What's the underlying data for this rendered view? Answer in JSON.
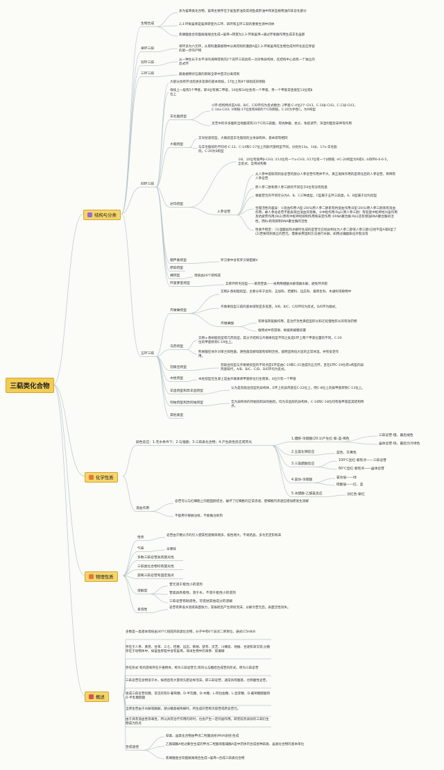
{
  "root": {
    "label": "三萜类化合物"
  },
  "structure": {
    "label": "结构与分类",
    "icon": "flower-icon",
    "biosynthesis": {
      "label": "生物合成",
      "items": [
        "多为鲨烯类化合物，鲨烯主要存在于鲨鱼肝油及其他鱼类肝油中和某些植物油的非皂化部分",
        "2,3-环氧鲨烯是鲨烯转变为三环、四环和五环三萜的重要生源中间体",
        "焦磷酸金合欢酯尾尾缩合生成→鲨烯→转变为2,3-环氧鲨烯→通过环氧酶作用生成羊毛甾醇"
      ]
    },
    "monocyclic": {
      "label": "单环三萜",
      "text": "单环多为六元环，从菊科蓍属植物中分离得到的蓍醇A是2,3-环氧鲨烯在生物合成时环化反应停留的第一步的产物"
    },
    "bicyclic": {
      "label": "双环三萜",
      "text": "从一种生长于太平洋的海绵得到的2个双环三萜具有一对对映异构体，在结构中心具有一个独立的反式环"
    },
    "tricyclic": {
      "label": "三环三萜",
      "text": "蕨类植物伏石蕨的新鲜全草中首次分离得到"
    },
    "tetracyclic": {
      "label": "四环三萜",
      "intro": [
        "大部分具有环戊烷骈多氢菲的基本母核，17位上有8个碳组成的侧链",
        "母核上一般有5个甲基，即4位有偶二甲基，10位和14位各有一个甲基，另一个甲基常连接在13位或8位上"
      ],
      "lanostane": {
        "label": "羊毛脂烷型",
        "items": [
          "①环:结构特点是A/B、B/C、C/D环均为反式稠合; 2甲基:C-4位2个-CH3，C-10β-CH3，C-13β-CH3，C-14α-CH3; ③侧链:17位连有8碳的个C的侧链，C-20为手性C，为R构型",
          "灵芝中的许多酸和当地酸或有31个C的三萜酸，有抗肿瘤、抗炎、免疫调节、浑湿利胆及安神等作用"
        ]
      },
      "dammarane": {
        "label": "大戟烷型",
        "items": [
          "又叫甘遂烷型，大戟烷是羊毛脂烷的立体异构体，基本碳架相同",
          "与羊毛脂烷的不同点:C-13、C-14和C-17位上的取代基构型不同，分别为13α、14β、17α-羊毛脂烷，C-20为S构型"
        ]
      },
      "damarane": {
        "label": "达玛烷型",
        "items": [
          "①8、10位有角甲β-CH3; ②14位有一个α-CH3; ③17位有一个β侧链; ④C-20构型为R或S; ⑤四环6-6-6-5，全反式，全椅式构象"
        ],
        "ginseng": {
          "label": "人参皂苷",
          "items": [
            "从人参中提取得到总皂苷的部分人参皂苷作用并不大，真正发挥作用的是转化后的人参皂苷，称稀有人参皂苷",
            "原人参二醇和原人参三醇的不同在于6位有没有羟基",
            "根据苷元的不同可分为A、B、C三种类型，C型属于五环三萜类，A、B型属于达玛烷型",
            "生理活性的差异：①溶血作用:A型:20(S)原人参二醇系有抗溶血作用;B型:20(S)原人参三醇系有溶血作用，故人参总皂苷不能表现出溶血的现象。②中枢作用:Rg1(原人参三醇）有轻度中枢神经兴奋作用及抗疲劳作用;Rb1(原有中枢神经抑制作用和安定作用 ③RNA聚合酶:Rb1还有增强RNA聚合酶的活性，而Rc则有抑制RNA聚合酶的活性",
            "性质不稳定：（1)温酸加热水解时生成的是苷元已经异构化为人参二醇或人参三醇(已经不是A或B型了 (2)若要得到真正的苷元，需要采用温和方法进行水解，如用过碘酸氧化开裂法等"
          ]
        }
      },
      "cucurbitane": {
        "label": "葫芦素烷型",
        "text": "罗汉果中含有罗汉果甜素V"
      },
      "protostane": {
        "label": "原萜烷型"
      },
      "meliacane": {
        "label": "楝烷型",
        "text": "母核由26个碳构成"
      },
      "cycloartane": {
        "label": "环菠萝蜜烷型",
        "text": "又称环阿屯烷型——黄芪苷类——采用两相酸水解或酶水解，避免环开裂"
      }
    },
    "pentacyclic": {
      "label": "五环三萜",
      "oleanane": {
        "label": "齐墩果烷型",
        "items": [
          "又称β-香树脂烷型，主要分布于豆科、五加科、桔梗科、远志科、桑寄生科、木通科等植物中",
          "齐墩果烷型三萜的基本碳架是多氢蒎，A/B、B/C、C/D环均为反式，D/E环为顺式。"
        ],
        "acid": {
          "label": "齐墩果酸",
          "items": [
            "有降低转氨酶作用，是治疗急性黄疸型肝炎和迁延慢性肝炎的有效药物",
            "植物式中有游离、根据和被糖双键"
          ]
        }
      },
      "ursane": {
        "label": "乌苏烷型",
        "items": [
          "又称α-香树脂烷型或乌苏烷型，其分子结构与齐墩果烷型不同之处是E环上两个甲基位置的不同，C-20位的甲基移到C-19位上。",
          "熊果酸在体外对革兰阳性菌、阴性菌及酵母菌有抑制活性，能明显降低大鼠的正常体温，并有安定作用。"
        ]
      },
      "lupane": {
        "label": "羽扇豆烷型",
        "text": "羽扇豆烷型与齐墩果烷型的不同点是E环是由C-19和C-21连成的五元环，且在E环C-19位有α构型的异丙基取代，A/B、B/C、C/D、D/E环均为反式。"
      },
      "friedelane": {
        "label": "木栓烷型",
        "text": "木栓烷型在生源上是由齐墩果烯甲基移位衍生而来，4位只有一个甲基"
      },
      "hopane": {
        "label": "羊齿烷型和异羊齿烷型",
        "text": "认为是羽扇豆烷型的异构体，E环上的异丙基在C-22位上，而C-8位上的角甲基转到C-13位上。"
      },
      "serratane": {
        "label": "何帕烷型和异何帕烷型",
        "text": "互为异构体的何帕烷和异何帕烷，均为羊齿烷的异构体，C-14和C-18位均有角甲基是其结构特点。"
      },
      "others": {
        "label": "其他类型"
      }
    }
  },
  "chemical": {
    "label": "化学性质",
    "icon": "chemistry-icon",
    "color_reactions": {
      "label": "颜色反应：1.无水条件下；2.与强酸；3.三萜类化合物；4.产生颜色反应或荧光",
      "reactions": [
        {
          "label": "1.醋酐-浓硫酸(20:1)产生红-紫-蓝-褐色",
          "children": [
            "三萜皂苷-慢，最后褪色",
            "甾体皂苷-快，最后为污绿色"
          ]
        },
        {
          "label": "2.五氯化锑反应",
          "children": [
            "蓝色、灰黄色"
          ]
        },
        {
          "label": "3.三氯醋酸反应",
          "children": [
            "100℃显红-紫现点——三萜皂苷",
            "60℃显红-紫现点——甾体皂苷"
          ]
        },
        {
          "label": "4.氯仿-浓硫酸",
          "children": [
            "氯仿层——绿",
            "硫酸层——红、蓝"
          ]
        },
        {
          "label": "5.冰醋酸-乙酰氯反应",
          "children": [
            "淡红色-紫红"
          ]
        }
      ]
    },
    "hemolysis": {
      "label": "溶血作用",
      "items": [
        "皂苷可以与红细胞上的胆固醇结合，破坏了红细胞的正常渗透，使细胞内渗透压增加而发生溶解",
        "不能用于静脉注射，不能做注射剂"
      ]
    }
  },
  "physical": {
    "label": "物理性质",
    "icon": "chemistry-icon",
    "properties": [
      {
        "label": "性状",
        "text": "皂苷由于糖分子的引入使其羟基数目增多，极性增大，不易结晶，多为无定形粉末"
      },
      {
        "label": "气味",
        "text": "辛辣味"
      },
      {
        "label": "多数三萜皂苷具有旋光性"
      },
      {
        "label": "三萜类化合物均有旋光性"
      },
      {
        "label": "游离三萜皂苷有固定熔点"
      },
      {
        "label": "溶解度",
        "items": [
          "苷元溶于极性小的溶剂",
          "苷类具有极性，溶于水，不溶于极性小的溶剂",
          "三萜皂苷有助溶性，可促进其他成分的溶解"
        ]
      },
      {
        "label": "发泡性",
        "text": "皂苷有降低水溶液表面张力，其振摇后产生持续泡沫，分解为苷元后，表面活性消失。"
      }
    ]
  },
  "overview": {
    "label": "概述",
    "icon": "document-icon",
    "items": [
      "多数是一类基本母核由30个C组成的萜类化合物，分子中有6个异戊二烯单位，通式(C5H8)6",
      "存在于人参、黄芪、甘草、三七、桔梗、远志、柴胡、茯苓、灵芝、川楝皮、地榆、甘遂和泽泻等;分散存在于动物体中，如鲨鱼肝脏中含有鲨烯，海洋生物中的海参、软珊瑚",
      "存在形式:有的游离存在于植物体，称为三萜皂苷元;有的以与糖结合成苷的形式，称为三萜皂苷",
      "三萜皂苷在含物溶于水，振摇后有大量持久肥皂样泡沫，即三萜皂苷，通常具有酸基，也称酸性皂苷。",
      "组成三萜皂苷的糖，常见的有D-葡萄糖、D-半乳糖、D-木糖、L-阿拉伯糖、L-鼠李糖、D-葡萄糖醛酸和D-半乳糖醛酸",
      "当原生苷由于水解或酶解，部分糖基被降解时，所生成的苷称次级苷或原皂苷元。",
      "由于具有溶血性等毒性，所以具有治疗作用的同时，也会产生一定的副作用。研究较热高效的三萜衍生物成为热点"
    ],
    "synthesis": {
      "label": "合成途径",
      "items": [
        "萜类、甾类化合物由甲戊二羟酸途径(MVA途径)生成",
        "乙酰辅酶A经过聚合生成的甲戊二羟酸单酯辅酶A是中药体内合成各种萜类、甾类化合物的基本单位",
        "焦磷酸金合欢酯尾尾缩合生成→鲨烯→合成三萜类化合物"
      ]
    }
  },
  "colors": {
    "root_fill": "#f2cc54",
    "category_fill": "#f5d56c",
    "wire": "#b9c6ce",
    "flower_icon": "#9a6bd0",
    "chemistry_icon": "#e07a3a",
    "document_icon": "#d9534f"
  }
}
